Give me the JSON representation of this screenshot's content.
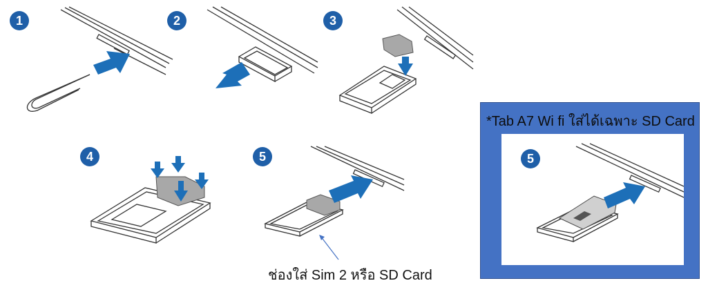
{
  "steps": [
    {
      "number": "1"
    },
    {
      "number": "2"
    },
    {
      "number": "3"
    },
    {
      "number": "4"
    },
    {
      "number": "5"
    }
  ],
  "caption": {
    "text": "ช่องใส่ Sim 2 หรือ SD Card"
  },
  "note": {
    "title": "*Tab A7 Wi fi ใส่ได้เฉพาะ SD Card",
    "step_number": "5",
    "box_color": "#4472c4"
  },
  "colors": {
    "badge": "#1f5fa8",
    "arrow": "#1d6fb8",
    "line": "#333333",
    "card": "#a8a8a8"
  }
}
